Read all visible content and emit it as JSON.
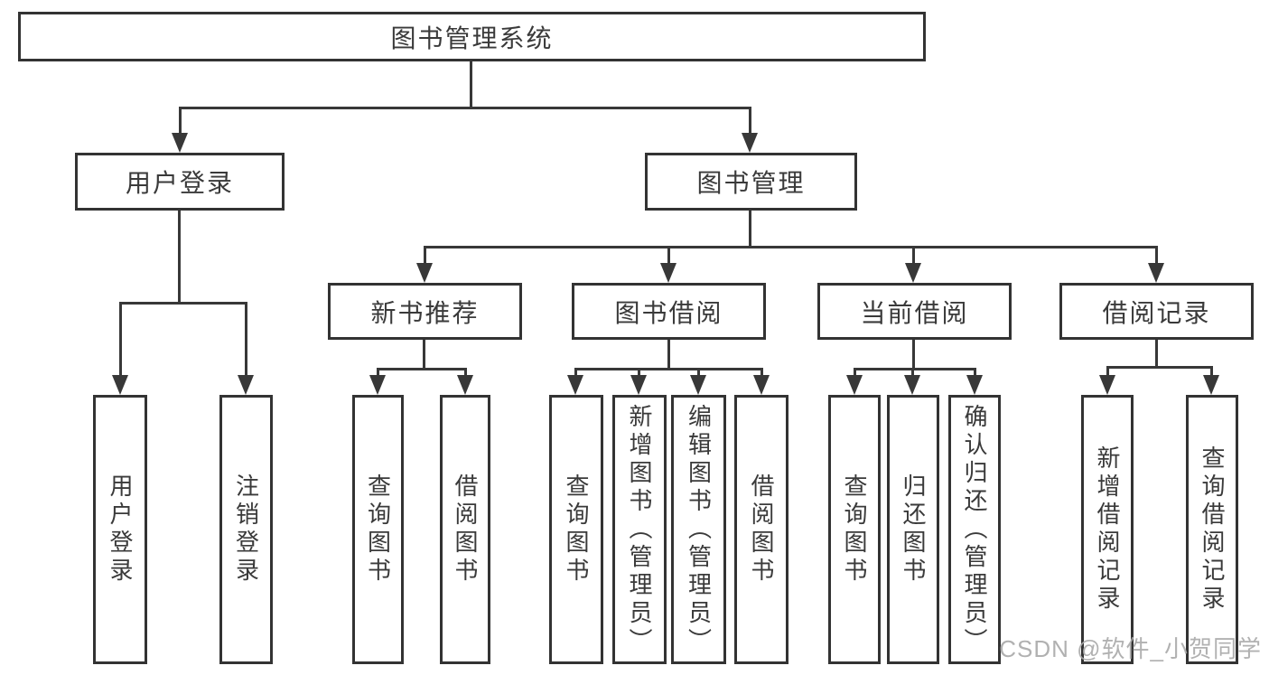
{
  "diagram": {
    "root": "图书管理系统",
    "level2": [
      "用户登录",
      "图书管理"
    ],
    "level3": [
      "新书推荐",
      "图书借阅",
      "当前借阅",
      "借阅记录"
    ],
    "leaves": {
      "under_user_login": [
        "用户登录",
        "注销登录"
      ],
      "under_new_book": [
        "查询图书",
        "借阅图书"
      ],
      "under_book_borrow": [
        "查询图书",
        "新增图书（管理员）",
        "编辑图书（管理员）",
        "借阅图书"
      ],
      "under_current_borrow": [
        "查询图书",
        "归还图书",
        "确认归还（管理员）"
      ],
      "under_borrow_record": [
        "新增借阅记录",
        "查询借阅记录"
      ]
    }
  },
  "watermark": {
    "text": "CSDN @软件_小贺同学"
  },
  "colors": {
    "line": "#383838",
    "border": "#333333",
    "text": "#3a3a3a",
    "background": "#ffffff",
    "watermark": "#a8a8a8"
  }
}
